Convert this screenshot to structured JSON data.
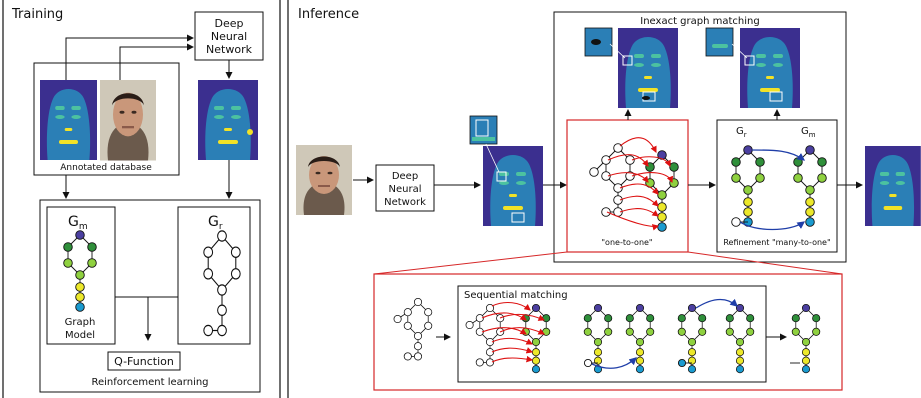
{
  "panels": {
    "training_title": "Training",
    "inference_title": "Inference"
  },
  "training": {
    "dnn_label_line1": "Deep",
    "dnn_label_line2": "Neural",
    "dnn_label_line3": "Network",
    "annotated_db_label": "Annotated database",
    "gm_label": "G",
    "gm_sub": "m",
    "gr_label": "G",
    "gr_sub": "r",
    "graph_model_line1": "Graph",
    "graph_model_line2": "Model",
    "qfunction_label": "Q-Function",
    "rl_label": "Reinforcement learning"
  },
  "inference": {
    "dnn_label_line1": "Deep",
    "dnn_label_line2": "Neural",
    "dnn_label_line3": "Network",
    "inexact_title": "Inexact graph matching",
    "gr_label": "G",
    "gr_sub": "r",
    "gm_label": "G",
    "gm_sub": "m",
    "one_to_one_label": "\"one-to-one\"",
    "refinement_label": "Refinement \"many-to-one\"",
    "sequential_label": "Sequential matching"
  },
  "colors": {
    "purple_node": "#4b3fa0",
    "dark_green_node": "#2f8f3a",
    "light_green_node": "#8fd13f",
    "yellow_node": "#ece82a",
    "cyan_node": "#1a9bd0",
    "red_accent": "#d62728",
    "blue_arrow": "#1f3ea8"
  }
}
